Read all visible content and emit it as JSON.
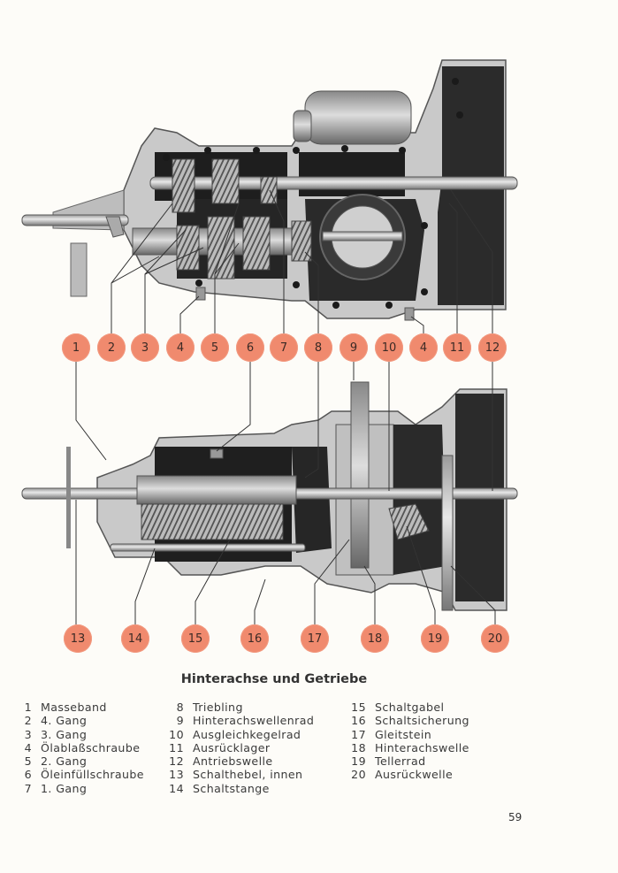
{
  "figure": {
    "title": "Hinterachse und Getriebe",
    "callouts_top": [
      "1",
      "2",
      "3",
      "4",
      "5",
      "6",
      "7",
      "8",
      "9",
      "10",
      "4",
      "11",
      "12"
    ],
    "callouts_bottom": [
      "13",
      "14",
      "15",
      "16",
      "17",
      "18",
      "19",
      "20"
    ],
    "callout_color": "#f08a6e"
  },
  "legend": {
    "col1": [
      {
        "num": "1",
        "label": "Masseband"
      },
      {
        "num": "2",
        "label": "4. Gang"
      },
      {
        "num": "3",
        "label": "3. Gang"
      },
      {
        "num": "4",
        "label": "Ölablaßschraube"
      },
      {
        "num": "5",
        "label": "2. Gang"
      },
      {
        "num": "6",
        "label": "Öleinfüllschraube"
      },
      {
        "num": "7",
        "label": "1. Gang"
      }
    ],
    "col2": [
      {
        "num": "8",
        "label": "Triebling"
      },
      {
        "num": "9",
        "label": "Hinterachswellenrad"
      },
      {
        "num": "10",
        "label": "Ausgleichkegelrad"
      },
      {
        "num": "11",
        "label": "Ausrücklager"
      },
      {
        "num": "12",
        "label": "Antriebswelle"
      },
      {
        "num": "13",
        "label": "Schalthebel, innen"
      },
      {
        "num": "14",
        "label": "Schaltstange"
      }
    ],
    "col3": [
      {
        "num": "15",
        "label": "Schaltgabel"
      },
      {
        "num": "16",
        "label": "Schaltsicherung"
      },
      {
        "num": "17",
        "label": "Gleitstein"
      },
      {
        "num": "18",
        "label": "Hinterachswelle"
      },
      {
        "num": "19",
        "label": "Tellerrad"
      },
      {
        "num": "20",
        "label": "Ausrückwelle"
      }
    ]
  },
  "page_number": "59"
}
